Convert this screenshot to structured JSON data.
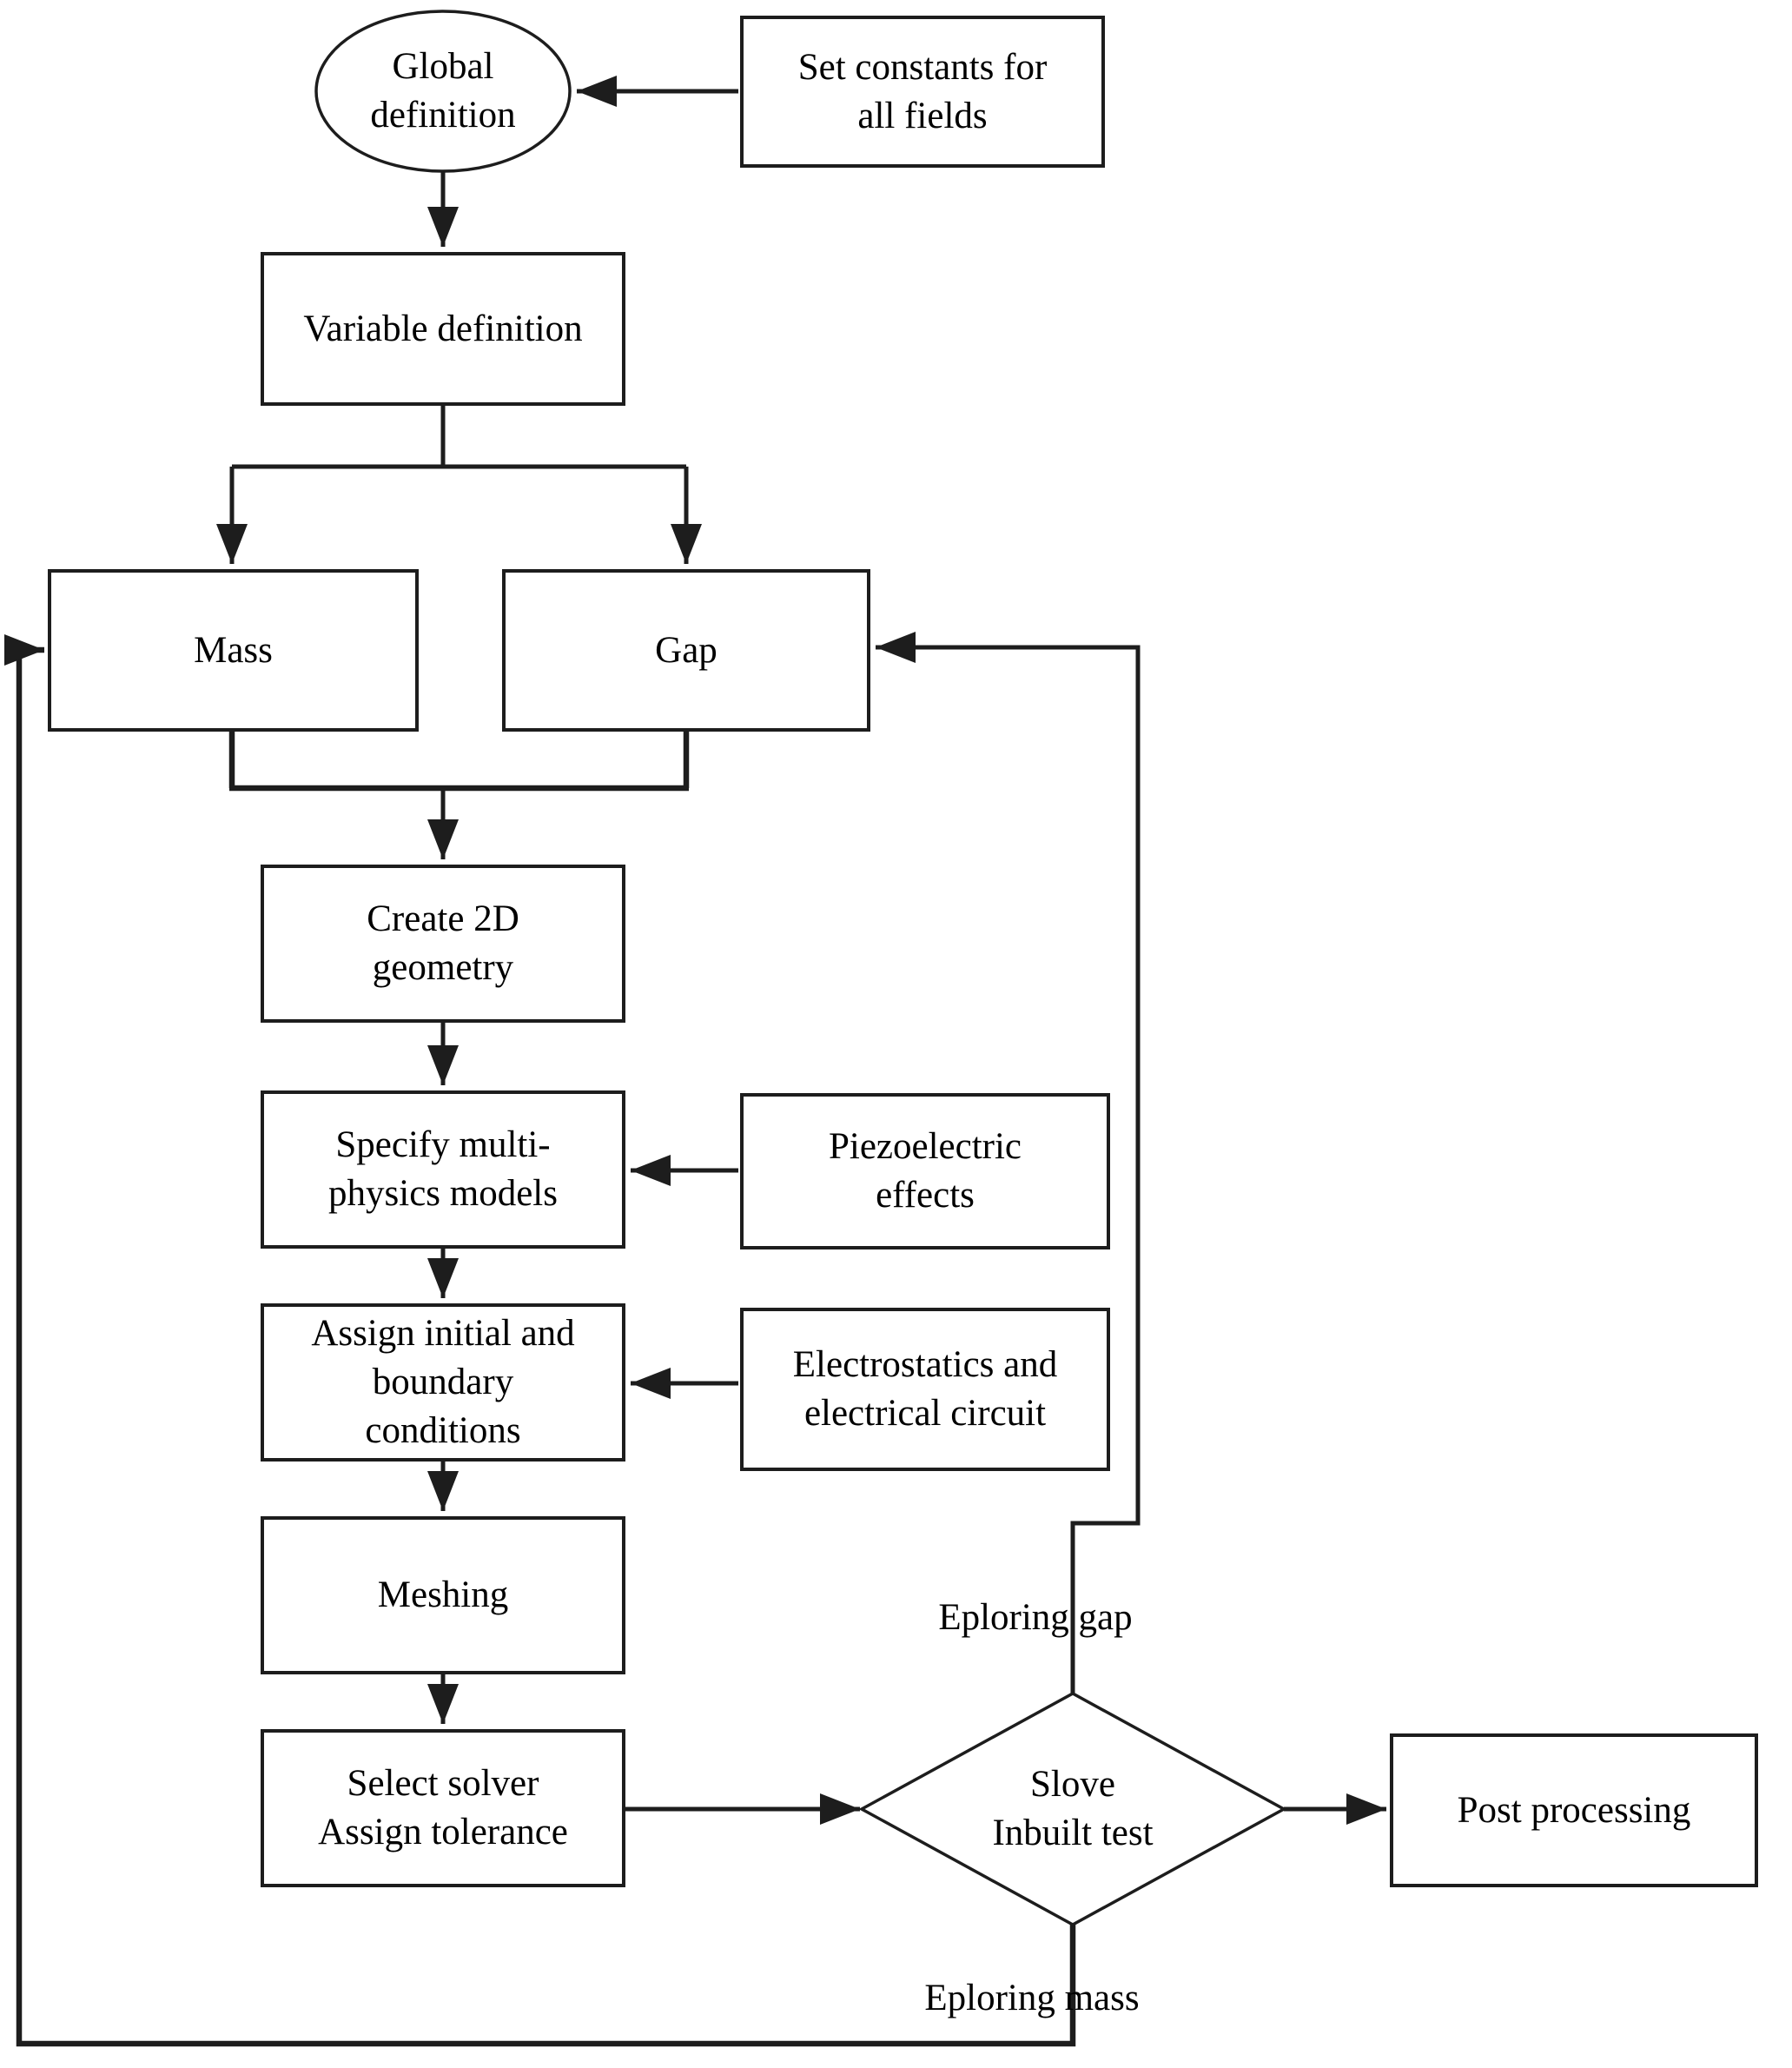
{
  "colors": {
    "stroke": "#1d1d1d",
    "background": "#ffffff",
    "text": "#000000"
  },
  "nodes": {
    "global_definition": {
      "shape": "ellipse",
      "label": "Global\ndefinition"
    },
    "set_constants": {
      "shape": "rect",
      "label": "Set  constants for\nall fields"
    },
    "variable_definition": {
      "shape": "rect",
      "label": "Variable definition"
    },
    "mass": {
      "shape": "rect",
      "label": "Mass"
    },
    "gap": {
      "shape": "rect",
      "label": "Gap"
    },
    "create_2d_geometry": {
      "shape": "rect",
      "label": "Create 2D\ngeometry"
    },
    "specify_multiphysics": {
      "shape": "rect",
      "label": "Specify multi-\nphysics models"
    },
    "piezoelectric_effects": {
      "shape": "rect",
      "label": "Piezoelectric\neffects"
    },
    "assign_conditions": {
      "shape": "rect",
      "label": "Assign initial and\nboundary\nconditions"
    },
    "electrostatics": {
      "shape": "rect",
      "label": "Electrostatics and\nelectrical circuit"
    },
    "meshing": {
      "shape": "rect",
      "label": "Meshing"
    },
    "select_solver": {
      "shape": "rect",
      "label": "Select solver\nAssign tolerance"
    },
    "solve_inbuilt_test": {
      "shape": "diamond",
      "label": "Slove\nInbuilt test"
    },
    "post_processing": {
      "shape": "rect",
      "label": "Post processing"
    }
  },
  "edge_labels": {
    "exploring_gap": "Eploring gap",
    "exploring_mass": "Eploring mass"
  }
}
